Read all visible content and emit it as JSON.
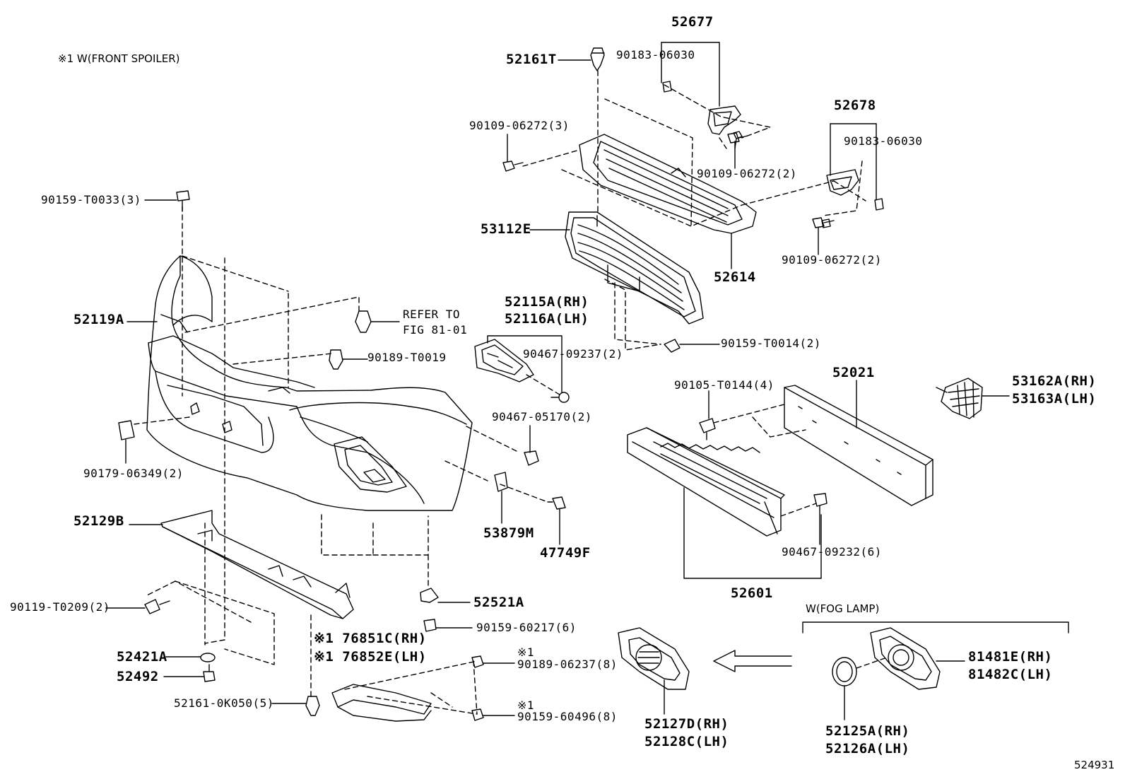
{
  "header": {
    "spoiler_note": "※1 W(FRONT SPOILER)",
    "fog_lamp_note": "W(FOG LAMP)",
    "figure_ref": "524931"
  },
  "labels": {
    "p52677": "52677",
    "p90183a": "90183-06030",
    "p52161T": "52161T",
    "p90109a": "90109-06272(3)",
    "p90109b": "90109-06272(2)",
    "p52678": "52678",
    "p90183b": "90183-06030",
    "p90159_T0033": "90159-T0033(3)",
    "p53112E": "53112E",
    "p90109c": "90109-06272(2)",
    "p52614": "52614",
    "p52119A": "52119A",
    "p_refer1": "REFER TO",
    "p_refer2": "FIG 81-01",
    "p52115A": "52115A(RH)",
    "p52116A": "52116A(LH)",
    "p90189_T0019": "90189-T0019",
    "p90467_09237": "90467-09237(2)",
    "p90159_T0014": "90159-T0014(2)",
    "p90105_T0144": "90105-T0144(4)",
    "p52021": "52021",
    "p53162A": "53162A(RH)",
    "p53163A": "53163A(LH)",
    "p90467_05170": "90467-05170(2)",
    "p90179_06349": "90179-06349(2)",
    "p52129B": "52129B",
    "p53879M": "53879M",
    "p47749F": "47749F",
    "p90467_09232": "90467-09232(6)",
    "p52601": "52601",
    "p52521A": "52521A",
    "p90119_T0209": "90119-T0209(2)",
    "p90159_60217": "90159-60217(6)",
    "p76851C": "※1 76851C(RH)",
    "p76852E": "※1 76852E(LH)",
    "p52421A": "52421A",
    "p52492": "52492",
    "p52161_0K050": "52161-0K050(5)",
    "p90189_06237_mark": "※1",
    "p90189_06237": "90189-06237(8)",
    "p90159_60496_mark": "※1",
    "p90159_60496": "90159-60496(8)",
    "p52127D": "52127D(RH)",
    "p52128C": "52128C(LH)",
    "p81481E": "81481E(RH)",
    "p81482C": "81482C(LH)",
    "p52125A": "52125A(RH)",
    "p52126A": "52126A(LH)"
  }
}
